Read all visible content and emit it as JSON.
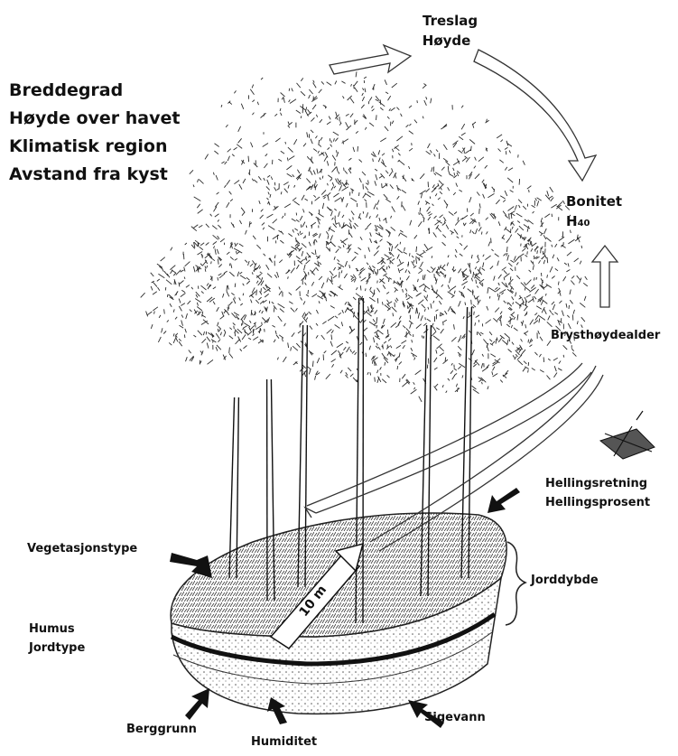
{
  "site_factors": [
    "Breddegrad",
    "Høyde over havet",
    "Klimatisk region",
    "Avstand fra kyst"
  ],
  "top": {
    "line1": "Treslag",
    "line2": "Høyde"
  },
  "bonitet": {
    "line1": "Bonitet",
    "h_letter": "H",
    "h_sub": "40"
  },
  "brysthoydealder": "Brysthøydealder",
  "slope": {
    "line1": "Hellingsretning",
    "line2": "Hellingsprosent"
  },
  "vegetasjonstype": "Vegetasjonstype",
  "jorddybde": "Jorddybde",
  "soil": {
    "line1": "Humus",
    "line2": "Jordtype"
  },
  "scale_bar": "10 m",
  "sigevann": "Sigevann",
  "berggrunn": "Berggrunn",
  "humiditet": "Humiditet",
  "colors": {
    "ink": "#111111",
    "paper": "#ffffff",
    "foliage": "#2a2a2a",
    "soil": "#d8d8d8"
  }
}
